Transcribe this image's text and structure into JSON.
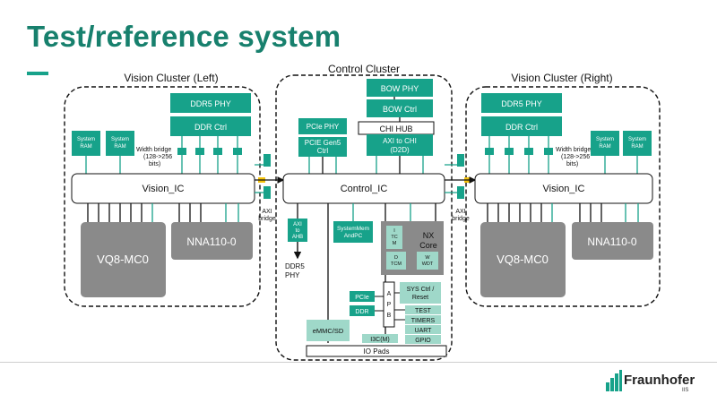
{
  "title": "Test/reference system",
  "clusters": {
    "left": "Vision Cluster (Left)",
    "control": "Control Cluster",
    "right": "Vision Cluster (Right)"
  },
  "blocks": {
    "ddr5_phy": "DDR5 PHY",
    "ddr_ctrl": "DDR Ctrl",
    "system": "System",
    "ram": "RAM",
    "width_bridge": "Width bridge",
    "width_bridge_ratio": "(128->256",
    "width_bridge_bits": "bits)",
    "vision_ic": "Vision_IC",
    "control_ic": "Control_IC",
    "vq8": "VQ8-MC0",
    "nna": "NNA110-0",
    "axi": "AXI",
    "bridge": "bridge",
    "bow_phy": "BOW PHY",
    "bow_ctrl": "BOW Ctrl",
    "chi_hub": "CHI HUB",
    "axi_to_chi": "AXI to CHI",
    "d2d": "(D2D)",
    "pcie_phy": "PCIe PHY",
    "pcie_gen5": "PCIE Gen5",
    "ctrl": "Ctrl",
    "axi_to_ahb_1": "AXI",
    "axi_to_ahb_2": "to",
    "axi_to_ahb_3": "AHB",
    "sysmem_1": "SystemMem",
    "sysmem_2": "AndPC",
    "nx_1": "NX",
    "nx_2": "Core",
    "itcm_1": "I",
    "itcm_2": "TC",
    "itcm_3": "M",
    "dtcm_1": "D",
    "dtcm_2": "TCM",
    "wdt_1": "W",
    "wdt_2": "WDT",
    "ddr5_phy_out_1": "DDR5",
    "ddr5_phy_out_2": "PHY",
    "pcie": "PCIe",
    "ddr": "DDR",
    "apb_a": "A",
    "apb_p": "P",
    "apb_b": "B",
    "sys_ctrl_1": "SYS Ctrl /",
    "sys_ctrl_2": "Reset",
    "test": "TEST",
    "timers": "TIMERS",
    "uart": "UART",
    "gpio": "GPIO",
    "emmc": "eMMC/SD",
    "i3c": "I3C(M)",
    "io_pads": "IO Pads"
  },
  "logo": {
    "name": "Fraunhofer",
    "sub": "IIS"
  },
  "colors": {
    "teal": "#17a28a",
    "title": "#17806d",
    "gray": "#8a8a8a",
    "light_teal": "#9fd8c9",
    "highlight": "#f4c20d"
  }
}
